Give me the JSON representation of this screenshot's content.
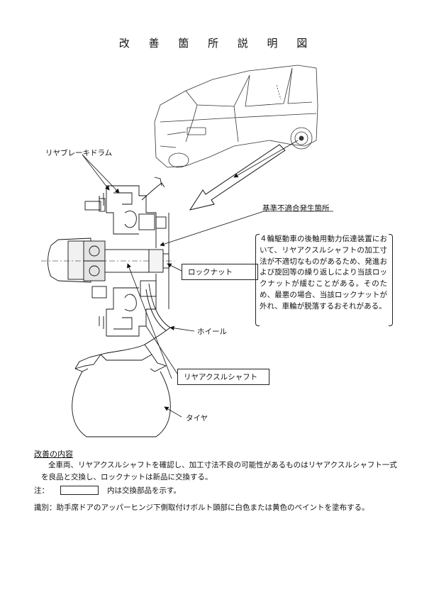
{
  "title": "改 善 箇 所 説 明 図",
  "labels": {
    "rear_brake_drum": "リヤブレーキドラム",
    "nonconformity_location": "基準不適合発生箇所",
    "lock_nut": "ロックナット",
    "wheel": "ホイール",
    "rear_axle_shaft": "リヤアクスルシャフト",
    "tire": "タイヤ"
  },
  "explanation": "４輪駆動車の後軸用動力伝達装置において、リヤアクスルシャフトの加工寸法が不適切なものがあるため、発進および旋回等の繰り返しにより当該ロックナットが緩むことがある。そのため、最悪の場合、当該ロックナットが外れ、車輪が脱落するおそれがある。",
  "improvement": {
    "heading": "改善の内容",
    "line1": "全車両、リヤアクスルシャフトを確認し、加工寸法不良の可能性があるものはリヤアクスルシャフト一式",
    "line2": "を良品と交換し、ロックナットは新品に交換する。"
  },
  "note": {
    "prefix": "注：",
    "text": "内は交換部品を示す。"
  },
  "identification": "識別：助手席ドアのアッパーヒンジ下側取付けボルト頭部に白色または黄色のペイントを塗布する。"
}
